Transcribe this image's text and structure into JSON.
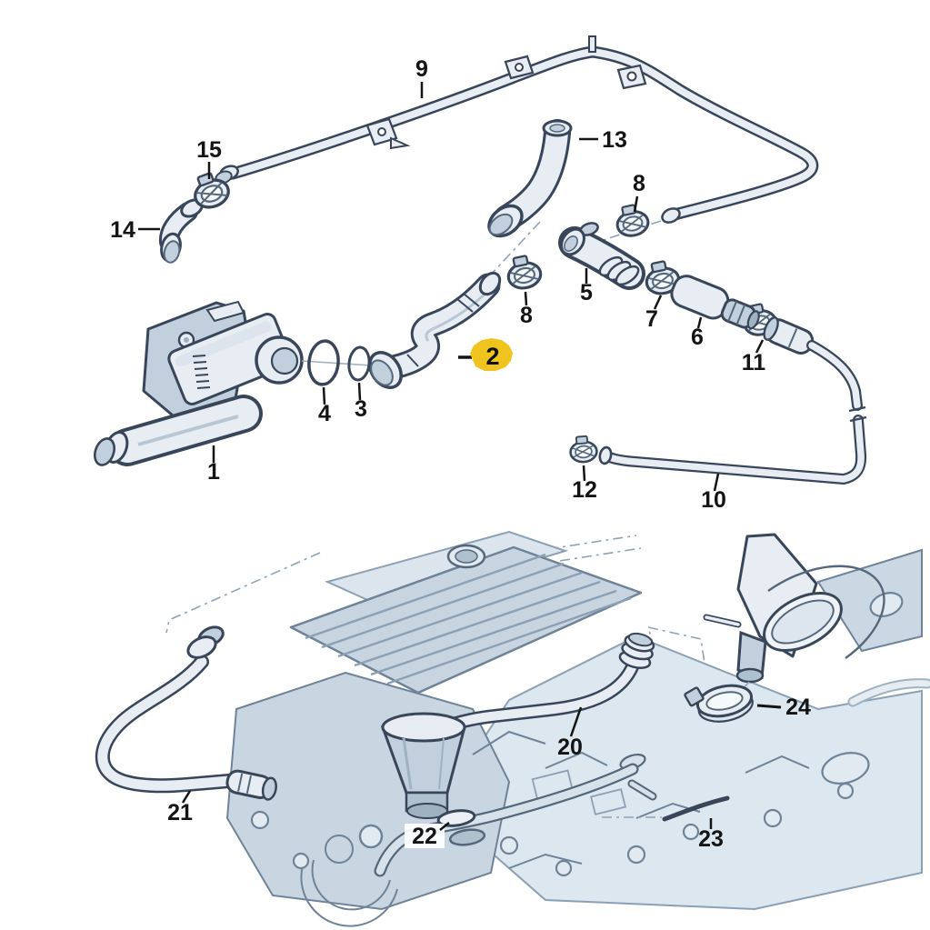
{
  "diagram": {
    "kind": "exploded-parts-diagram",
    "highlight": {
      "selected_part_number": "2",
      "color": "#F0C41F"
    },
    "colors": {
      "part_outline": "#39465A",
      "engine_context": "#6E8398",
      "background": "#FFFFFF"
    },
    "callouts": {
      "c9": {
        "label": "9"
      },
      "c15": {
        "label": "15"
      },
      "c14": {
        "label": "14"
      },
      "c13": {
        "label": "13"
      },
      "c8a": {
        "label": "8"
      },
      "c5": {
        "label": "5"
      },
      "c8b": {
        "label": "8"
      },
      "c7": {
        "label": "7"
      },
      "c6": {
        "label": "6"
      },
      "c11": {
        "label": "11"
      },
      "c2": {
        "label": "2"
      },
      "c4": {
        "label": "4"
      },
      "c3": {
        "label": "3"
      },
      "c1": {
        "label": "1"
      },
      "c12": {
        "label": "12"
      },
      "c10": {
        "label": "10"
      },
      "c21": {
        "label": "21"
      },
      "c20": {
        "label": "20"
      },
      "c22": {
        "label": "22"
      },
      "c23": {
        "label": "23"
      },
      "c24": {
        "label": "24"
      }
    }
  }
}
